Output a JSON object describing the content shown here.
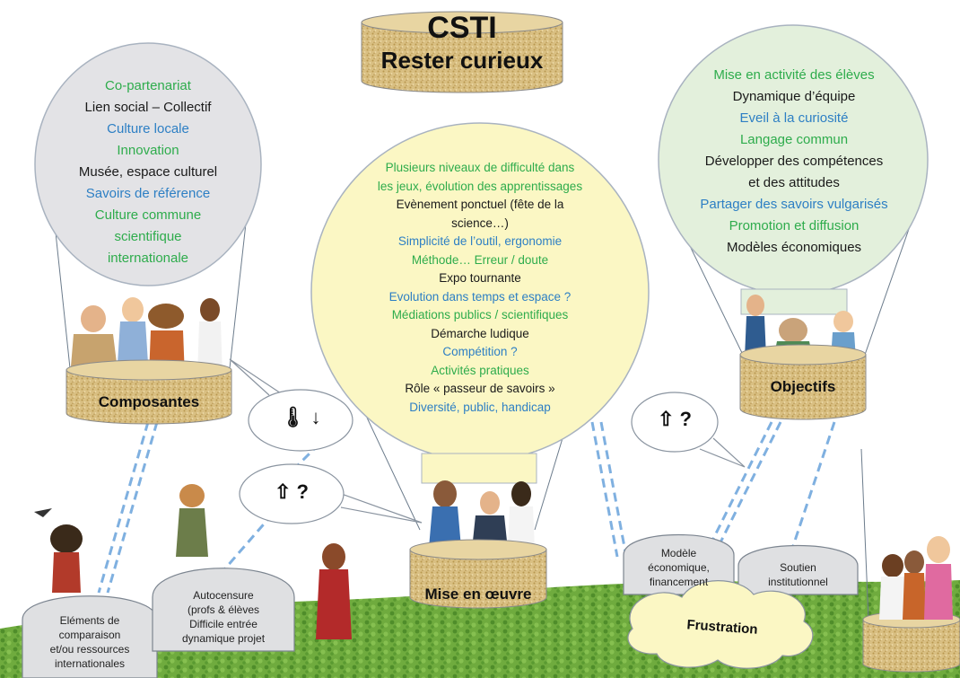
{
  "title": {
    "line1": "CSTI",
    "line2": "Rester curieux"
  },
  "left_balloon": {
    "lines": [
      {
        "text": "Co-partenariat",
        "color": "green"
      },
      {
        "text": "Lien social – Collectif",
        "color": "black"
      },
      {
        "text": "Culture locale",
        "color": "blue"
      },
      {
        "text": "Innovation",
        "color": "green"
      },
      {
        "text": "Musée, espace culturel",
        "color": "black"
      },
      {
        "text": "Savoirs de référence",
        "color": "blue"
      },
      {
        "text": "Culture commune",
        "color": "green"
      },
      {
        "text": "scientifique",
        "color": "green"
      },
      {
        "text": "internationale",
        "color": "green"
      }
    ],
    "basket_label": "Composantes"
  },
  "center_balloon": {
    "lines": [
      {
        "text": "Plusieurs niveaux de difficulté dans",
        "color": "green"
      },
      {
        "text": "les jeux, évolution des apprentissages",
        "color": "green"
      },
      {
        "text": "Evènement ponctuel (fête de la",
        "color": "black"
      },
      {
        "text": "science…)",
        "color": "black"
      },
      {
        "text": "Simplicité de l’outil, ergonomie",
        "color": "blue"
      },
      {
        "text": "Méthode… Erreur / doute",
        "color": "green"
      },
      {
        "text": "Expo tournante",
        "color": "black"
      },
      {
        "text": "Evolution dans temps et espace ?",
        "color": "blue"
      },
      {
        "text": "Médiations publics / scientifiques",
        "color": "green"
      },
      {
        "text": "Démarche ludique",
        "color": "black"
      },
      {
        "text": "Compétition ?",
        "color": "blue"
      },
      {
        "text": "Activités pratiques",
        "color": "green"
      },
      {
        "text": "Rôle « passeur de savoirs »",
        "color": "black"
      },
      {
        "text": "Diversité, public, handicap",
        "color": "blue"
      }
    ],
    "basket_label": "Mise en œuvre"
  },
  "right_balloon": {
    "lines": [
      {
        "text": "Mise en activité  des élèves",
        "color": "green"
      },
      {
        "text": "Dynamique d’équipe",
        "color": "black"
      },
      {
        "text": "Eveil à la curiosité",
        "color": "blue"
      },
      {
        "text": "Langage commun",
        "color": "green"
      },
      {
        "text": "Développer des compétences",
        "color": "black"
      },
      {
        "text": "et des attitudes",
        "color": "black"
      },
      {
        "text": "Partager des savoirs vulgarisés",
        "color": "blue"
      },
      {
        "text": "Promotion et diffusion",
        "color": "green"
      },
      {
        "text": "Modèles économiques",
        "color": "black"
      }
    ],
    "basket_label": "Objectifs"
  },
  "speech_bubbles": {
    "thermo": "🌡 ↓",
    "up_left": "⇧ ?",
    "up_right": "⇧ ?"
  },
  "stones": {
    "elements": [
      "Eléments de",
      "comparaison",
      "et/ou ressources",
      "internationales"
    ],
    "autocensure": [
      "Autocensure",
      "(profs & élèves",
      "Difficile entrée",
      "dynamique projet"
    ],
    "modele": [
      "Modèle",
      "économique,",
      "financement"
    ],
    "soutien": [
      "Soutien",
      "institutionnel"
    ]
  },
  "cloud_label": "Frustration",
  "colors": {
    "green": "#2eac4c",
    "blue": "#2d7fc4",
    "black": "#1a1a1a",
    "left_balloon_fill": "#e3e3e6",
    "center_balloon_fill": "#fbf7c4",
    "right_balloon_fill": "#e3f0dc",
    "basket": "#dcc48a",
    "grass": "#6aa83a"
  }
}
